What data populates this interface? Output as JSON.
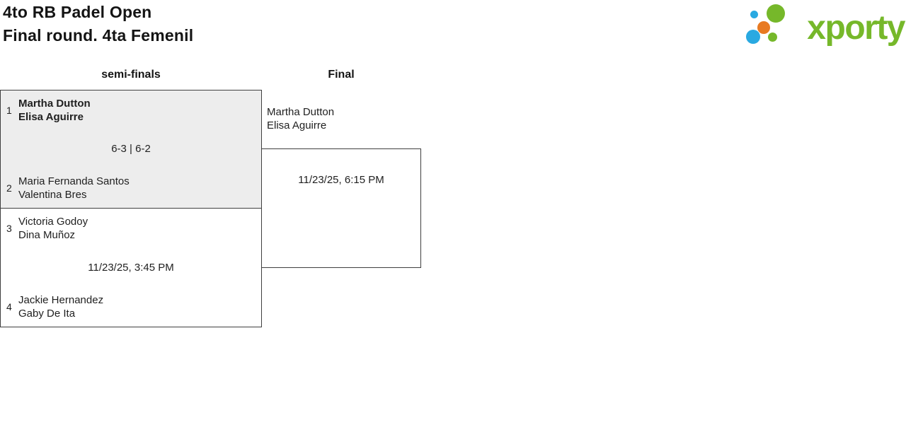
{
  "tournament": {
    "title": "4to RB Padel Open",
    "subtitle": "Final round. 4ta Femenil"
  },
  "logo": {
    "brand": "xporty",
    "colors": {
      "green": "#76b82a",
      "blue": "#29a9e1",
      "orange": "#e87a22"
    }
  },
  "bracket": {
    "highlight_background": "#ededed",
    "border_color": "#3f3f3f"
  },
  "rounds": [
    {
      "label": "semi-finals",
      "matches": [
        {
          "seed_top": "1",
          "team_top": [
            "Martha Dutton",
            "Elisa Aguirre"
          ],
          "center_text": "6-3 | 6-2",
          "seed_bottom": "2",
          "team_bottom": [
            "Maria Fernanda Santos",
            "Valentina Bres"
          ],
          "winner": "top",
          "highlighted": true
        },
        {
          "seed_top": "3",
          "team_top": [
            "Victoria Godoy",
            "Dina Muñoz"
          ],
          "center_text": "11/23/25, 3:45 PM",
          "seed_bottom": "4",
          "team_bottom": [
            "Jackie Hernandez",
            "Gaby De Ita"
          ],
          "winner": null,
          "highlighted": false
        }
      ]
    },
    {
      "label": "Final",
      "matches": [
        {
          "team_top": [
            "Martha Dutton",
            "Elisa Aguirre"
          ],
          "center_text": "11/23/25, 6:15 PM"
        }
      ]
    }
  ]
}
